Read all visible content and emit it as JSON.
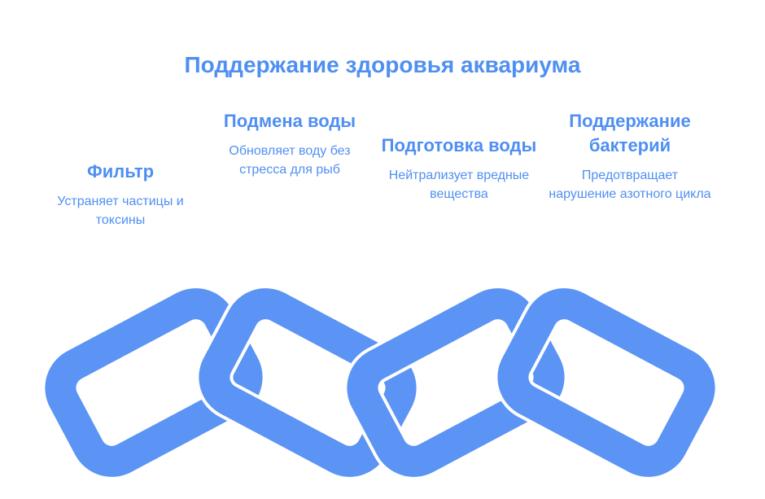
{
  "title": "Поддержание здоровья аквариума",
  "steps": [
    {
      "heading": "Фильтр",
      "description": "Устраняет частицы и токсины"
    },
    {
      "heading": "Подмена воды",
      "description": "Обновляет воду без стресса для рыб"
    },
    {
      "heading": "Подготовка воды",
      "description": "Нейтрализует вредные вещества"
    },
    {
      "heading": "Поддержание бактерий",
      "description": "Предотвращает нарушение азотного цикла"
    }
  ],
  "colors": {
    "accent": "#4f8ff2",
    "link": "#5b94f4",
    "link_edge": "#ffffff"
  }
}
